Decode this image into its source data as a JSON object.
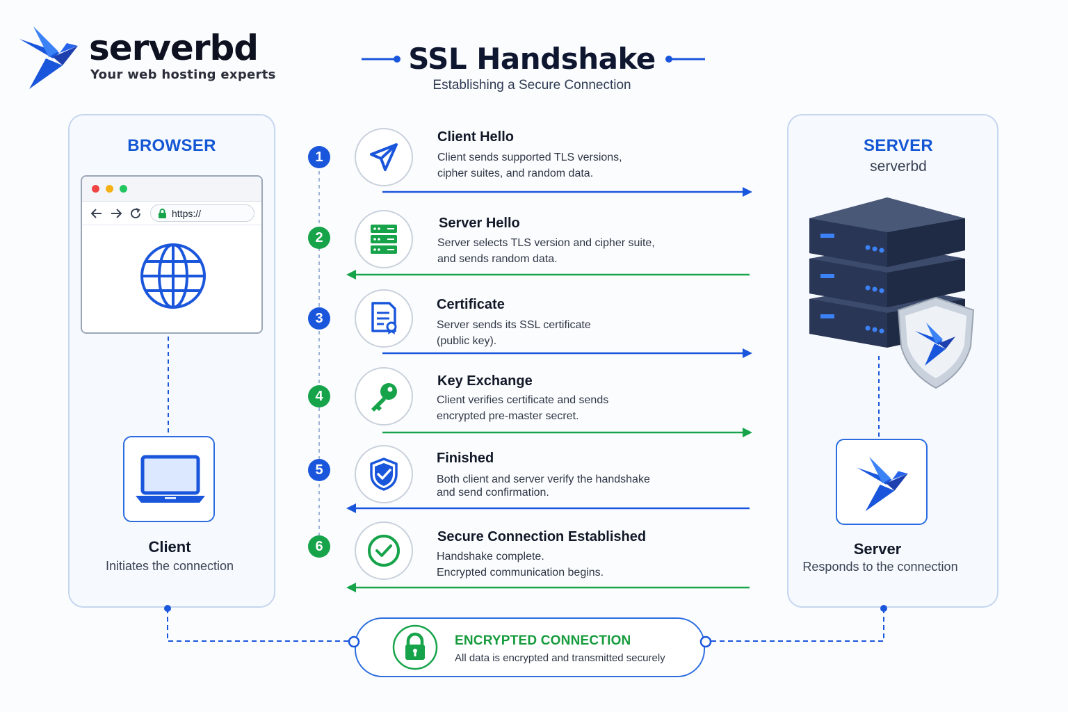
{
  "brand": {
    "word": "serverbd",
    "tagline": "Your web hosting experts"
  },
  "header": {
    "title": "SSL Handshake",
    "subtitle": "Establishing a Secure Connection"
  },
  "browser_panel": {
    "title": "BROWSER",
    "url": "https://",
    "client_title": "Client",
    "client_sub": "Initiates the connection"
  },
  "server_panel": {
    "title": "SERVER",
    "name": "serverbd",
    "server_title": "Server",
    "server_sub": "Responds to the connection"
  },
  "steps": [
    {
      "number": "1",
      "title": "Client Hello",
      "line1": "Client sends supported TLS versions,",
      "line2": "cipher suites, and random data.",
      "direction": "right",
      "color": "#1a56db",
      "icon": "paper-plane-icon"
    },
    {
      "number": "2",
      "title": "Server Hello",
      "line1": "Server selects TLS version and cipher suite,",
      "line2": "and sends random data.",
      "direction": "left",
      "color": "#16a34a",
      "icon": "server-rack-icon"
    },
    {
      "number": "3",
      "title": "Certificate",
      "line1": "Server sends its SSL certificate",
      "line2": "(public key).",
      "direction": "right",
      "color": "#1a56db",
      "icon": "certificate-icon"
    },
    {
      "number": "4",
      "title": "Key Exchange",
      "line1": "Client verifies certificate and sends",
      "line2": "encrypted pre-master secret.",
      "direction": "right",
      "color": "#16a34a",
      "icon": "key-icon"
    },
    {
      "number": "5",
      "title": "Finished",
      "line1": "Both client and server verify the handshake",
      "line2": "and send confirmation.",
      "direction": "left",
      "color": "#1a56db",
      "icon": "shield-check-icon"
    },
    {
      "number": "6",
      "title": "Secure Connection Established",
      "line1": "Handshake complete.",
      "line2": "Encrypted communication begins.",
      "direction": "left",
      "color": "#16a34a",
      "icon": "check-circle-icon"
    }
  ],
  "encrypted": {
    "title": "ENCRYPTED CONNECTION",
    "subtitle": "All data is encrypted and transmitted securely"
  },
  "colors": {
    "blue": "#1a56db",
    "green": "#16a34a",
    "navy": "#0f1730"
  }
}
